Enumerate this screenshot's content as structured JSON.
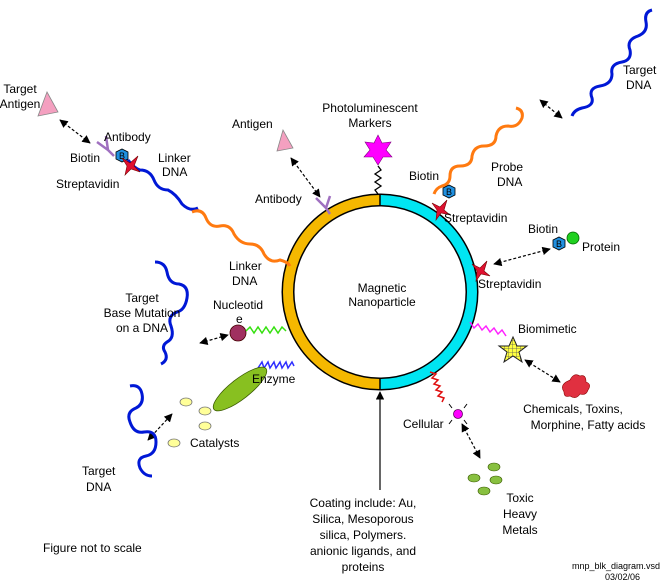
{
  "center": {
    "line1": "Magnetic",
    "line2": "Nanoparticle"
  },
  "labels": {
    "target_antigen": [
      "Target",
      "Antigen"
    ],
    "antibody_left": "Antibody",
    "biotin_left": "Biotin",
    "streptavidin_left": "Streptavidin",
    "linker_dna_top": [
      "Linker",
      "DNA"
    ],
    "antigen": "Antigen",
    "antibody_mid": "Antibody",
    "photoluminescent": [
      "Photoluminescent",
      "Markers"
    ],
    "target_dna_right": [
      "Target",
      "DNA"
    ],
    "biotin_top": "Biotin",
    "probe_dna": [
      "Probe",
      "DNA"
    ],
    "streptavidin_top": "Streptavidin",
    "biotin_right": "Biotin",
    "protein": "Protein",
    "streptavidin_right": "Streptavidin",
    "linker_dna_mid": [
      "Linker",
      "DNA"
    ],
    "target_base_mutation": [
      "Target",
      "Base Mutation",
      "on a DNA"
    ],
    "nucleotide": [
      "Nucleotid",
      "e"
    ],
    "biomimetic": "Biomimetic",
    "chemicals": [
      "Chemicals, Toxins,",
      "Morphine, Fatty acids"
    ],
    "enzyme": "Enzyme",
    "catalysts": "Catalysts",
    "target_dna_left": [
      "Target",
      "DNA"
    ],
    "cellular": "Cellular",
    "toxic_metals": [
      "Toxic",
      "Heavy",
      "Metals"
    ],
    "coating": [
      "Coating include: Au,",
      "Silica, Mesoporous",
      "silica, Polymers.",
      "anionic ligands, and",
      "proteins"
    ],
    "not_to_scale": "Figure not to scale",
    "filename": [
      "mnp_blk_diagram.vsd",
      "03/02/06"
    ],
    "biotin_badge": "B"
  },
  "colors": {
    "ring_left": "#f5b800",
    "ring_right": "#00e5f2",
    "blue_dna": "#0018d6",
    "orange_dna": "#ff7a10",
    "green_linker": "#36e010",
    "purple_linker": "#3030ff",
    "red_linker": "#e01010",
    "magenta_linker": "#ff20ff",
    "antigen_pink": "#f4a0c0",
    "antibody_purple": "#a070c0",
    "streptavidin_red": "#e01030",
    "biotin_blue": "#2090e0",
    "protein_green": "#20d020",
    "marker_magenta": "#ff00ff",
    "enzyme_green": "#88c020",
    "catalyst_yellow": "#ffff99",
    "toxic_green": "#88c040",
    "nucleotide_maroon": "#a03060",
    "chem_red": "#e03040",
    "biomimetic_yellow": "#ffff40"
  }
}
